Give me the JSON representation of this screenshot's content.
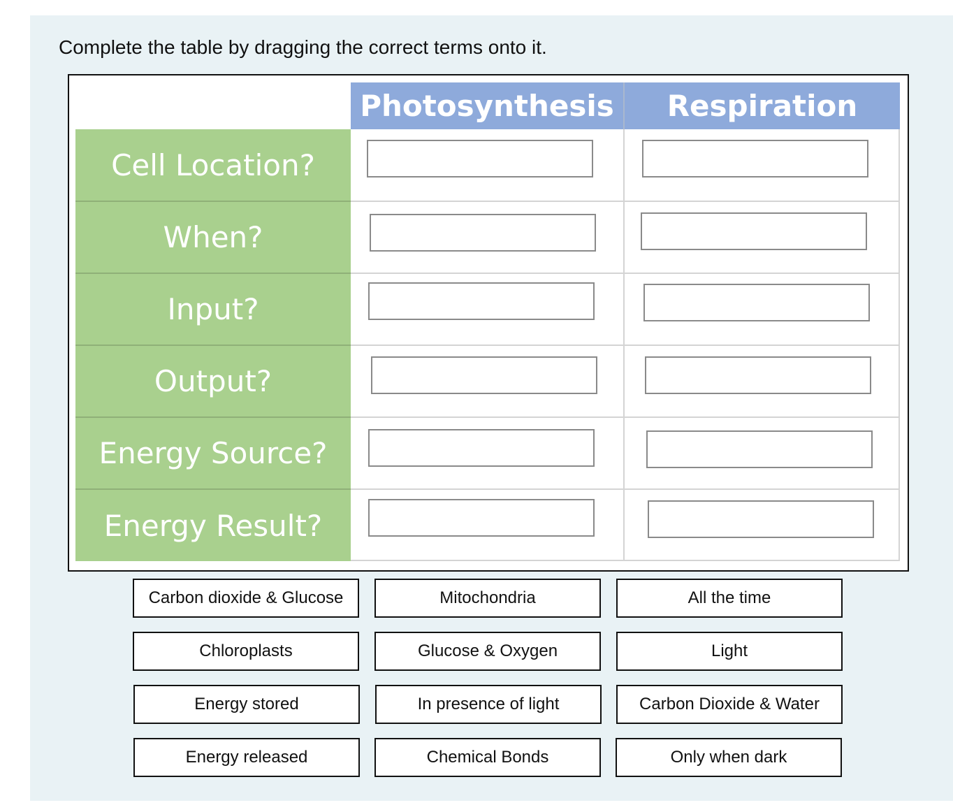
{
  "instruction": "Complete the table by dragging the correct terms onto it.",
  "table": {
    "columns": [
      "Photosynthesis",
      "Respiration"
    ],
    "rows": [
      "Cell Location?",
      "When?",
      "Input?",
      "Output?",
      "Energy Source?",
      "Energy Result?"
    ]
  },
  "terms": [
    "Carbon dioxide & Glucose",
    "Mitochondria",
    "All the time",
    "Chloroplasts",
    "Glucose & Oxygen",
    "Light",
    "Energy stored",
    "In presence of light",
    "Carbon Dioxide & Water",
    "Energy released",
    "Chemical Bonds",
    "Only when dark"
  ]
}
